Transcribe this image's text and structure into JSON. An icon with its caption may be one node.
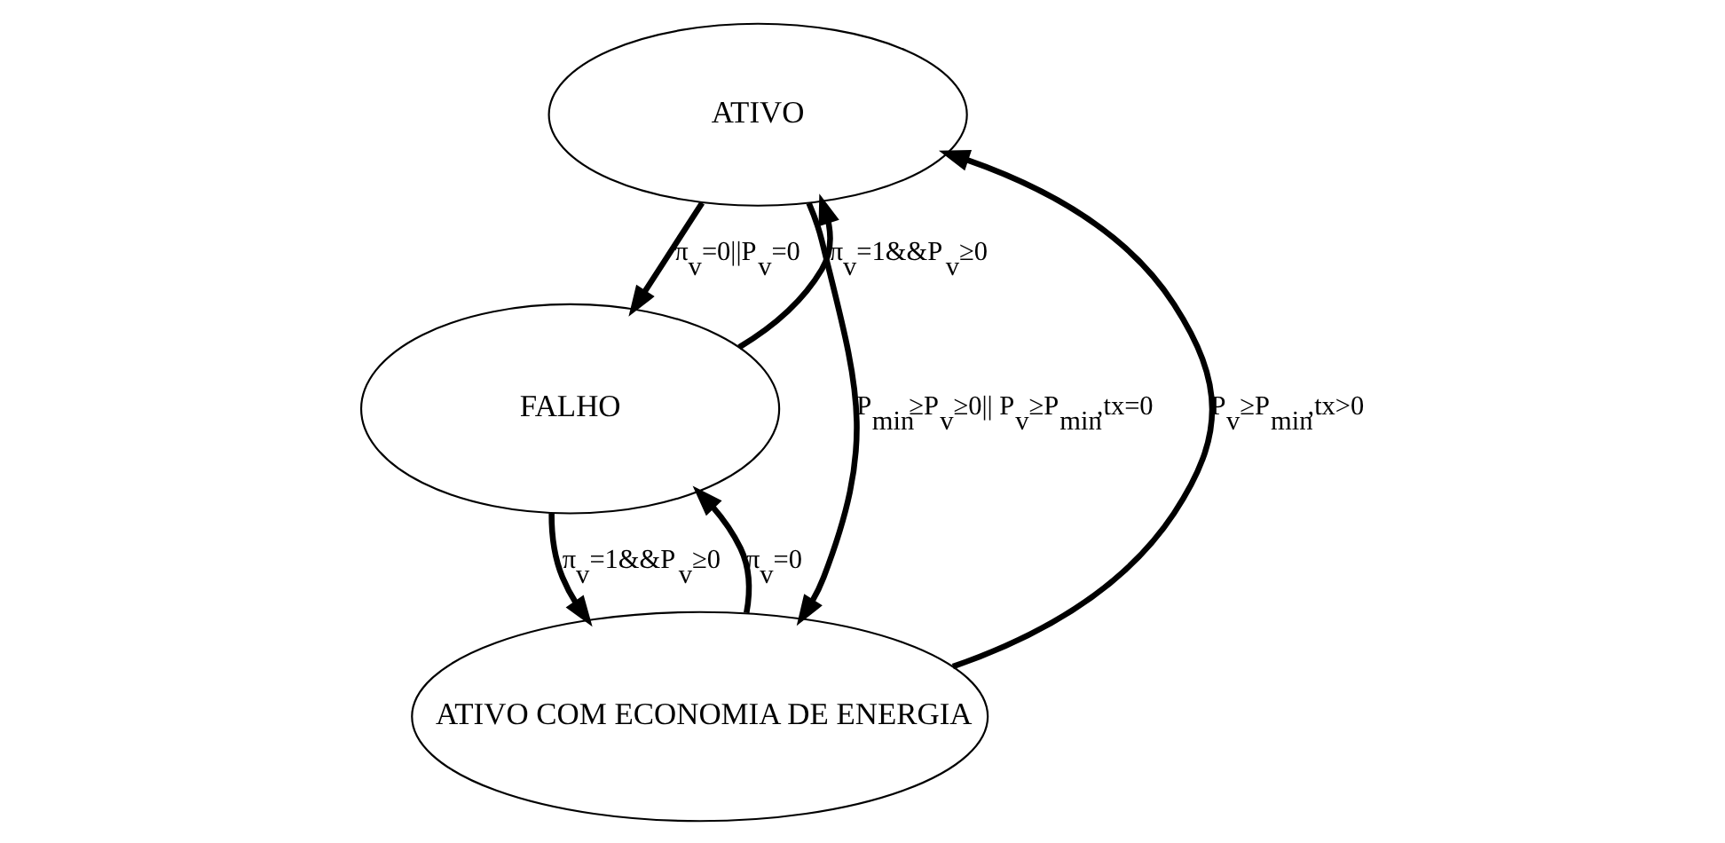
{
  "diagram": {
    "nodes": [
      {
        "text": [
          "ATIVO"
        ]
      },
      {
        "text": [
          "FALHO"
        ]
      },
      {
        "text": [
          "ATIVO COM ECONOMIA DE ENERGIA"
        ]
      }
    ],
    "edges": [
      {
        "from": 0,
        "to": 1,
        "arrow": "to",
        "label": "π$_{v}$=0||P$_{v}$=0"
      },
      {
        "from": 1,
        "to": 0,
        "arrow": "to",
        "label": "π$_{v}$=1&&P$_{v}$≥0"
      },
      {
        "from": 0,
        "to": 2,
        "arrow": "to",
        "label": "P$_{min}$≥P$_{v}$≥0|| P$_{v}$≥P$_{min}$,tx=0"
      },
      {
        "from": 2,
        "to": 0,
        "arrow": "to",
        "label": "P$_{v}$≥P$_{min}$,tx>0"
      },
      {
        "from": 2,
        "to": 1,
        "arrow": "to",
        "label": "π$_{v}$=0"
      },
      {
        "from": 1,
        "to": 2,
        "arrow": "to",
        "label": "π$_{v}$=1&&P$_{v}$≥0"
      }
    ]
  }
}
